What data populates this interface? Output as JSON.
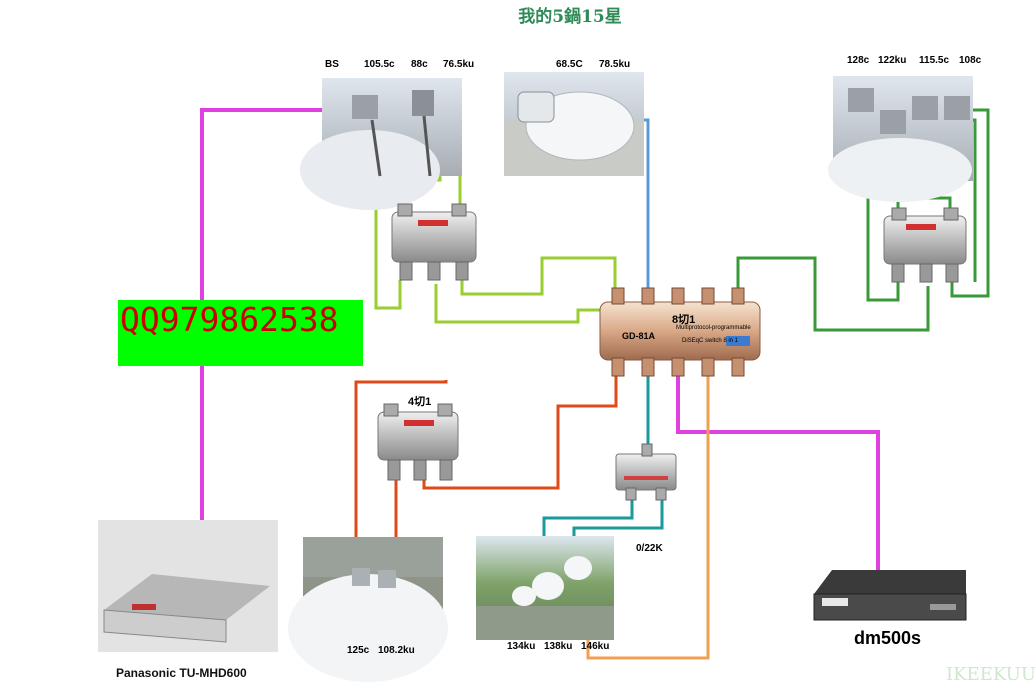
{
  "title": "我的5鍋15星",
  "qq_banner": "QQ979862538",
  "top_left_labels": [
    "BS",
    "105.5c",
    "88c",
    "76.5ku"
  ],
  "top_mid_labels": [
    "68.5C",
    "78.5ku"
  ],
  "top_right_labels": [
    "128c",
    "122ku",
    "115.5c",
    "108c"
  ],
  "switch_8_label": "8切1",
  "switch_4_label": "4切1",
  "switch_8_model": "GD-81A",
  "switch_8_text": "Multiprotocol-programmable",
  "switch_8_text2": "DiSEqC switch 8 in 1",
  "toneburst_label": "0/22K",
  "bottom_left_dish_labels": [
    "125c",
    "108.2ku"
  ],
  "bottom_mid_dish_labels": [
    "134ku",
    "138ku",
    "146ku"
  ],
  "receiver_left": "Panasonic TU-MHD600",
  "receiver_right": "dm500s",
  "watermark": "IKEEKUU",
  "colors": {
    "magenta": "#e040e0",
    "lime": "#9acd32",
    "blue": "#5b9bd5",
    "darkgreen": "#3a9a3a",
    "orange_red": "#e04a1a",
    "teal": "#1a9a9a",
    "orange": "#f0a050",
    "qq_bg": "#00ff00",
    "qq_text": "#cc0000",
    "title": "#2e8b57"
  }
}
